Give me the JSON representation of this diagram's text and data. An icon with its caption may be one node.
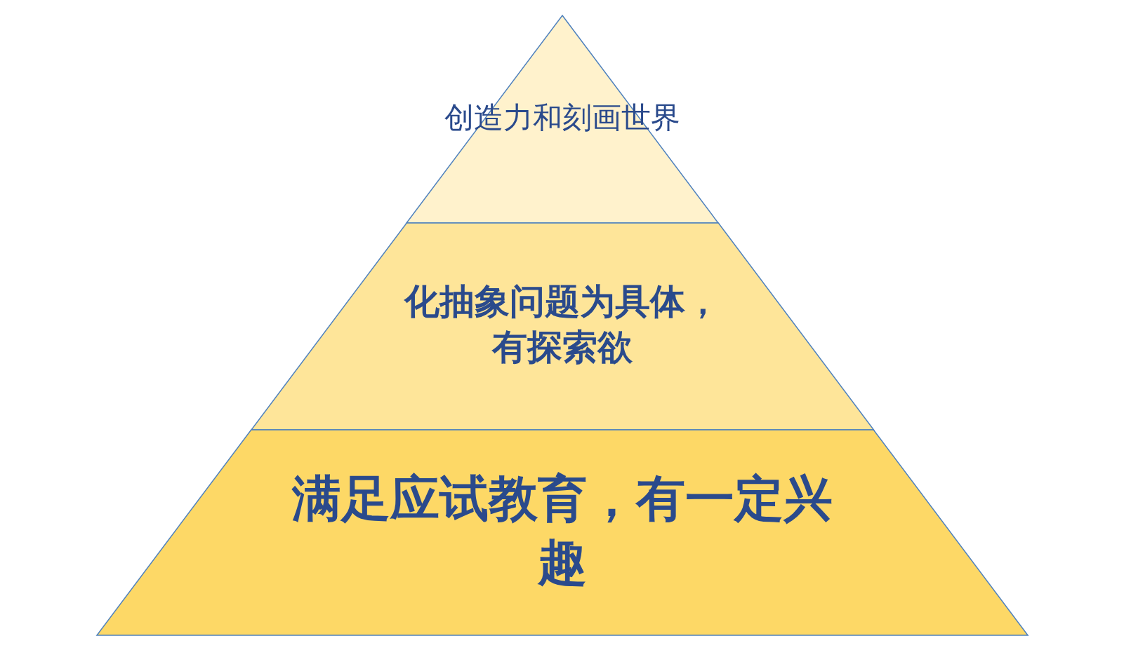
{
  "diagram": {
    "nodes": [
      {
        "text": [
          "创造力和刻画世界"
        ]
      },
      {
        "text": [
          "化抽象问题为具体，有探索欲"
        ]
      },
      {
        "text": [
          "满足应试教育，有一定兴趣"
        ]
      }
    ]
  }
}
